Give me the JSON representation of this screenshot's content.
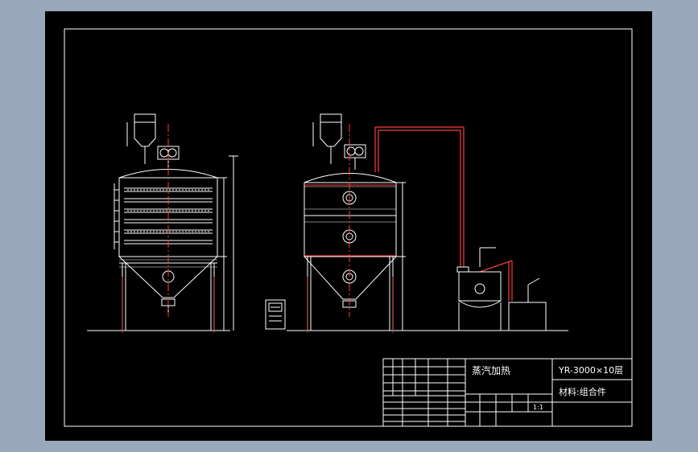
{
  "colors": {
    "background": "#000000",
    "frame": "#ffffff",
    "pipe": "#ff3b3b",
    "outer_bg": "#99a8bb"
  },
  "title_block": {
    "heating_method": "蒸汽加热",
    "model": "YR-3000×10层",
    "material": "材料:组合件",
    "scale": "1:1"
  }
}
